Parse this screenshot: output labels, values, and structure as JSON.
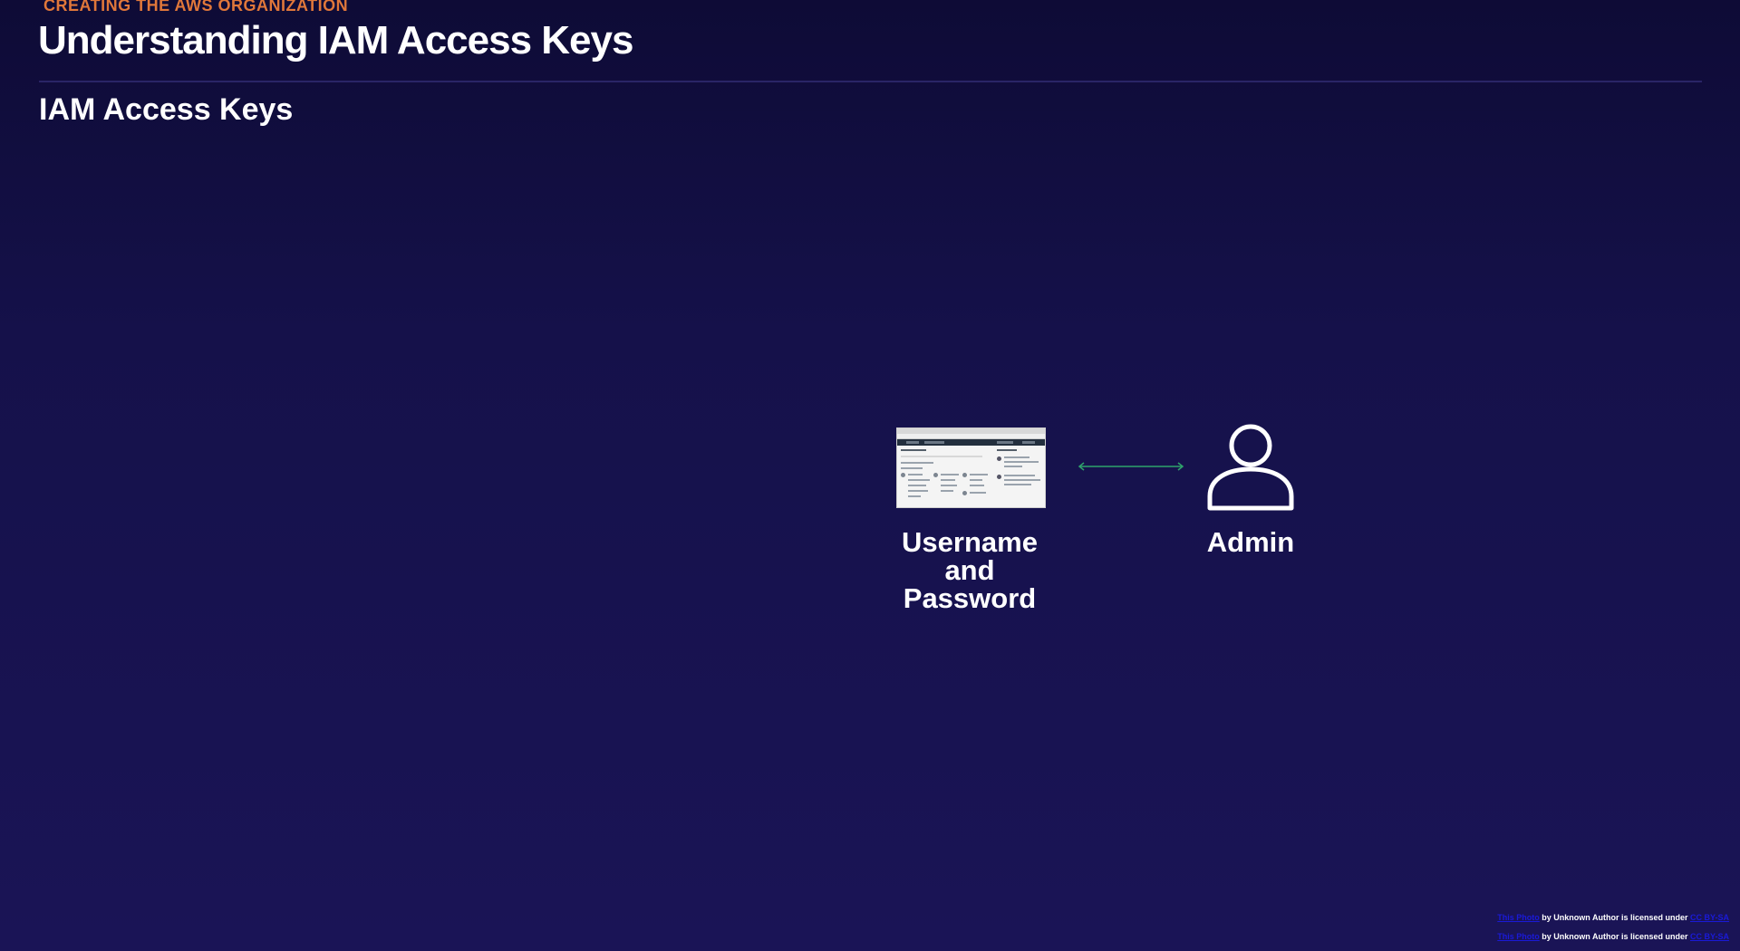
{
  "slide": {
    "eyebrow": "CREATING THE AWS ORGANIZATION",
    "title": "Understanding IAM Access Keys",
    "subtitle": "IAM Access Keys"
  },
  "diagram": {
    "left_node": {
      "label_line1": "Username",
      "label_line2": "and",
      "label_line3": "Password",
      "icon": "console-screenshot-image"
    },
    "connector": {
      "icon": "double-arrow-icon",
      "color": "#2fa36b"
    },
    "right_node": {
      "label": "Admin",
      "icon": "user-icon"
    }
  },
  "attributions": [
    {
      "prefix_link": "This Photo",
      "text": " by Unknown Author is licensed under ",
      "suffix_link": "CC BY-SA"
    },
    {
      "prefix_link": "This Photo",
      "text": " by Unknown Author is licensed under ",
      "suffix_link": "CC BY-SA"
    }
  ],
  "colors": {
    "background_top": "#0e0b36",
    "background_bottom": "#1a1456",
    "eyebrow": "#e0773a",
    "text": "#ffffff",
    "link": "#1a1ad8"
  }
}
